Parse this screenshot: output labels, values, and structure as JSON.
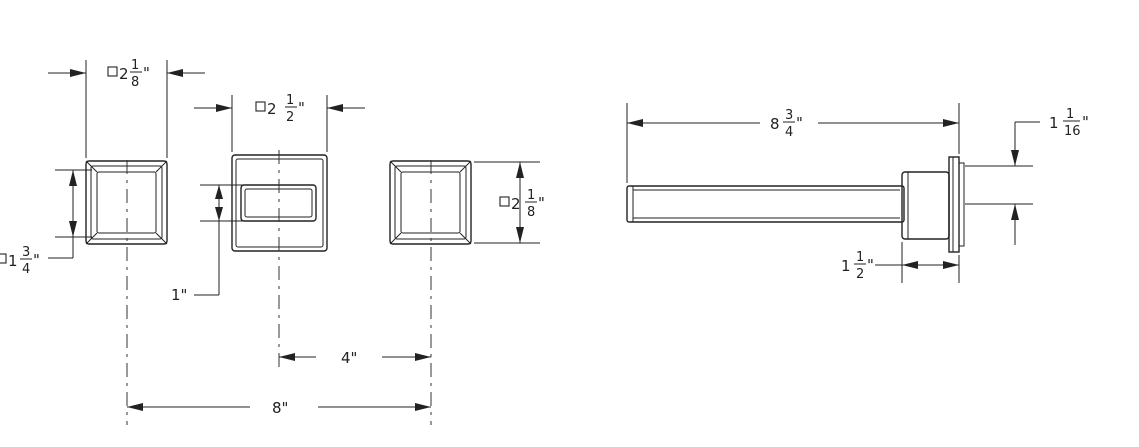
{
  "drawing": {
    "dim_handle_width": {
      "whole": "2",
      "num": "1",
      "den": "8",
      "unit": "\""
    },
    "dim_spout_width": {
      "whole": "2",
      "num": "1",
      "den": "2",
      "unit": "\""
    },
    "dim_handle_height": {
      "whole": "2",
      "num": "1",
      "den": "8",
      "unit": "\""
    },
    "dim_inner_square": {
      "whole": "1",
      "num": "3",
      "den": "4",
      "unit": "\""
    },
    "dim_spout_opening": {
      "label": "1\""
    },
    "dim_center_spacing": {
      "label": "4\""
    },
    "dim_overall_spread": {
      "label": "8\""
    },
    "dim_spout_length": {
      "whole": "8",
      "num": "3",
      "den": "4",
      "unit": "\""
    },
    "dim_escutcheon_height": {
      "whole": "1",
      "num": "1",
      "den": "16",
      "unit": "\""
    },
    "dim_base_depth": {
      "whole": "1",
      "num": "1",
      "den": "2",
      "unit": "\""
    }
  }
}
